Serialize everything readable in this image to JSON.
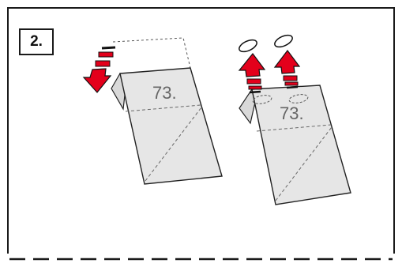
{
  "step": {
    "label": "2."
  },
  "left_card": {
    "number": "73."
  },
  "right_card": {
    "number": "73."
  },
  "colors": {
    "frame": "#1a1a1a",
    "card_fill": "#e6e6e6",
    "card_stroke": "#222222",
    "arrow_red": "#e3001b",
    "arrow_dark": "#111111",
    "card_text": "#666666"
  },
  "icons": {
    "left_card_arrow": "red-down-arrow-icon",
    "right_card_arrows": [
      "red-up-arrow-icon",
      "red-up-arrow-icon"
    ],
    "cuts": [
      "oval-cut-icon",
      "oval-cut-icon"
    ]
  }
}
